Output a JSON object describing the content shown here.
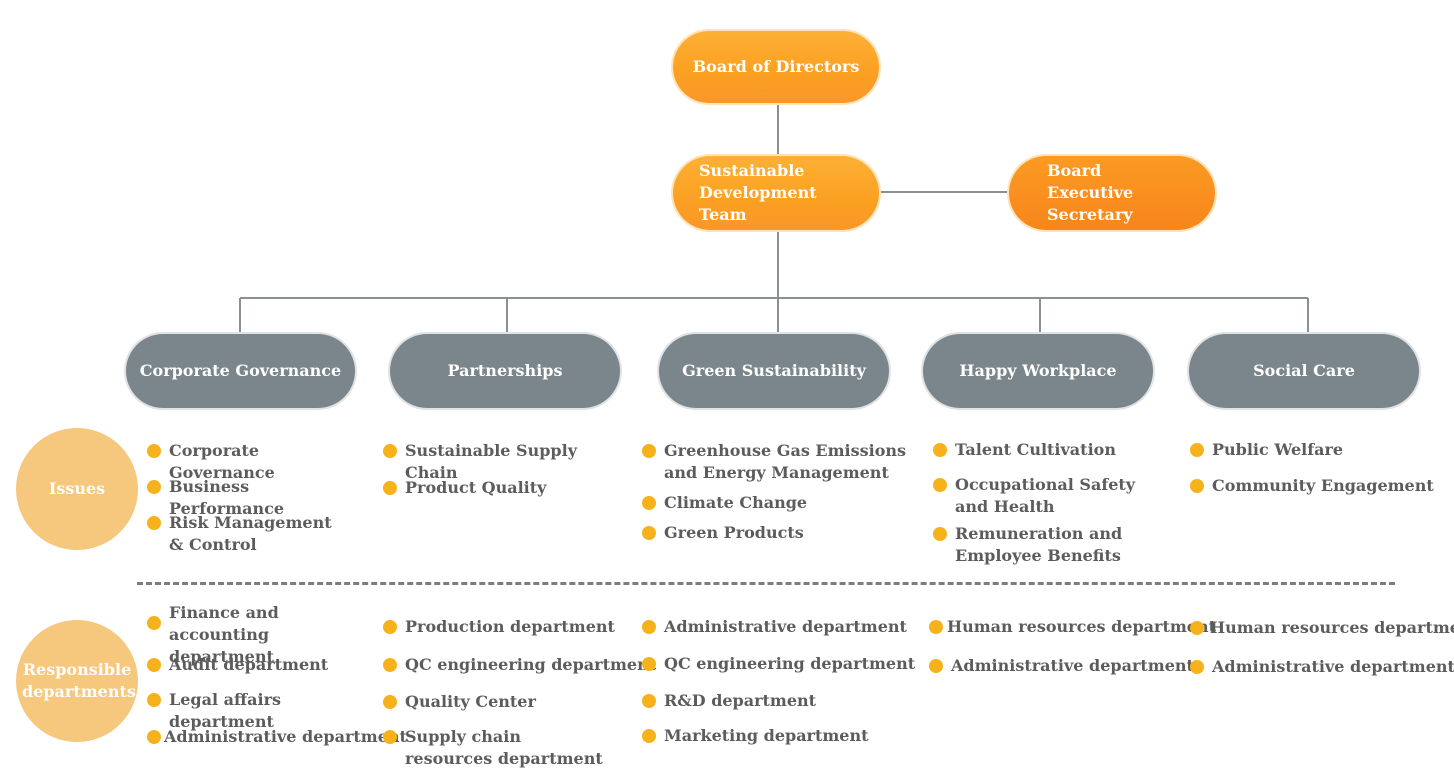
{
  "board": "Board of Directors",
  "team": "Sustainable Development Team",
  "secretary": "Board Executive Secretary",
  "categories": [
    "Corporate Governance",
    "Partnerships",
    "Green Sustainability",
    "Happy Workplace",
    "Social Care"
  ],
  "row_labels": {
    "issues": "Issues",
    "departments": "Responsible departments"
  },
  "issues": [
    [
      "Corporate Governance",
      "Business Performance",
      "Risk Management & Control"
    ],
    [
      "Sustainable Supply Chain",
      "Product Quality"
    ],
    [
      "Greenhouse Gas Emissions and Energy Management",
      "Climate Change",
      "Green Products"
    ],
    [
      "Talent Cultivation",
      "Occupational Safety and Health",
      "Remuneration and Employee Benefits"
    ],
    [
      "Public Welfare",
      "Community Engagement"
    ]
  ],
  "departments": [
    [
      "Finance and accounting department",
      "Audit department",
      "Legal affairs department",
      "Administrative department"
    ],
    [
      "Production department",
      "QC engineering department",
      "Quality Center",
      "Supply chain resources department"
    ],
    [
      "Administrative department",
      "QC engineering department",
      "R&D department",
      "Marketing department"
    ],
    [
      "Human resources department",
      "Administrative department"
    ],
    [
      "Human resources department",
      "Administrative department"
    ]
  ],
  "colors": {
    "orange": "#fba021",
    "grey": "#7b868c",
    "circle": "#f6c87e",
    "bullet": "#f7b21b",
    "text": "#5c5c5c",
    "line": "#8a8f92"
  }
}
